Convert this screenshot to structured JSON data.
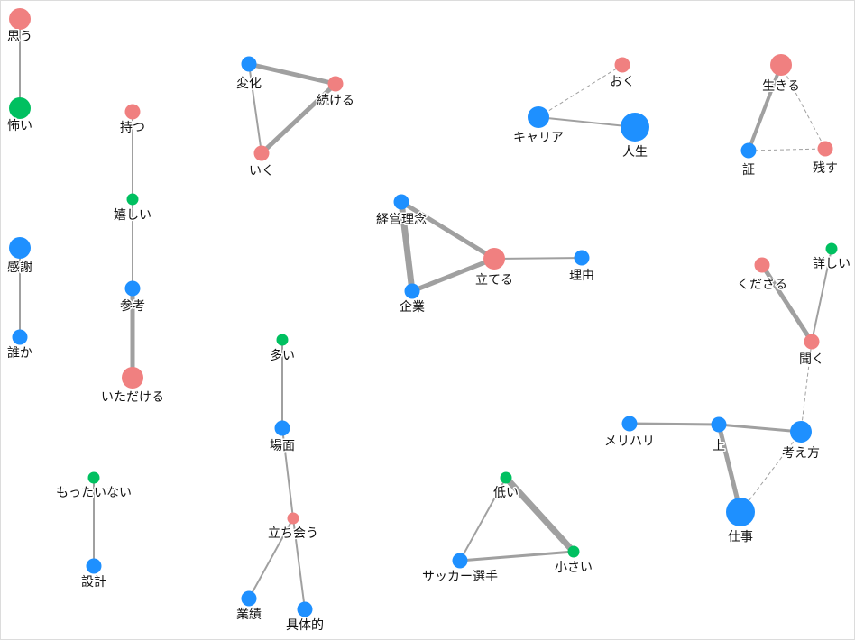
{
  "colors": {
    "noun": "#1e90ff",
    "verb": "#f08080",
    "adjective": "#00c060",
    "edge": "#a0a0a0"
  },
  "graph": {
    "nodes": [
      {
        "id": "omou",
        "label": "思う",
        "kind": "verb",
        "size": "l"
      },
      {
        "id": "kowai",
        "label": "怖い",
        "kind": "adjective",
        "size": "l"
      },
      {
        "id": "kansha",
        "label": "感謝",
        "kind": "noun",
        "size": "l"
      },
      {
        "id": "dareka",
        "label": "誰か",
        "kind": "noun",
        "size": "m"
      },
      {
        "id": "motsu",
        "label": "持つ",
        "kind": "verb",
        "size": "m"
      },
      {
        "id": "ureshii",
        "label": "嬉しい",
        "kind": "adjective",
        "size": "s"
      },
      {
        "id": "sanko",
        "label": "参考",
        "kind": "noun",
        "size": "m"
      },
      {
        "id": "itadakeru",
        "label": "いただける",
        "kind": "verb",
        "size": "l"
      },
      {
        "id": "mottainai",
        "label": "もったいない",
        "kind": "adjective",
        "size": "s"
      },
      {
        "id": "sekkei",
        "label": "設計",
        "kind": "noun",
        "size": "m"
      },
      {
        "id": "henka",
        "label": "変化",
        "kind": "noun",
        "size": "m"
      },
      {
        "id": "tsuzukeru",
        "label": "続ける",
        "kind": "verb",
        "size": "m"
      },
      {
        "id": "iku",
        "label": "いく",
        "kind": "verb",
        "size": "m"
      },
      {
        "id": "oi",
        "label": "多い",
        "kind": "adjective",
        "size": "s"
      },
      {
        "id": "bamen",
        "label": "場面",
        "kind": "noun",
        "size": "m"
      },
      {
        "id": "tachiau",
        "label": "立ち会う",
        "kind": "verb",
        "size": "s"
      },
      {
        "id": "gyoseki",
        "label": "業績",
        "kind": "noun",
        "size": "m"
      },
      {
        "id": "gutaiteki",
        "label": "具体的",
        "kind": "noun",
        "size": "m"
      },
      {
        "id": "keieirinen",
        "label": "経営理念",
        "kind": "noun",
        "size": "m"
      },
      {
        "id": "tateru",
        "label": "立てる",
        "kind": "verb",
        "size": "l"
      },
      {
        "id": "riyu",
        "label": "理由",
        "kind": "noun",
        "size": "m"
      },
      {
        "id": "kigyo",
        "label": "企業",
        "kind": "noun",
        "size": "m"
      },
      {
        "id": "oku",
        "label": "おく",
        "kind": "verb",
        "size": "m"
      },
      {
        "id": "career",
        "label": "キャリア",
        "kind": "noun",
        "size": "l"
      },
      {
        "id": "jinsei",
        "label": "人生",
        "kind": "noun",
        "size": "xl"
      },
      {
        "id": "ikiru",
        "label": "生きる",
        "kind": "verb",
        "size": "l"
      },
      {
        "id": "akashi",
        "label": "証",
        "kind": "noun",
        "size": "m"
      },
      {
        "id": "nokosu",
        "label": "残す",
        "kind": "verb",
        "size": "m"
      },
      {
        "id": "kudasaru",
        "label": "くださる",
        "kind": "verb",
        "size": "m"
      },
      {
        "id": "kuwashii",
        "label": "詳しい",
        "kind": "adjective",
        "size": "s"
      },
      {
        "id": "kiku",
        "label": "聞く",
        "kind": "verb",
        "size": "m"
      },
      {
        "id": "merihari",
        "label": "メリハリ",
        "kind": "noun",
        "size": "m"
      },
      {
        "id": "ue",
        "label": "上",
        "kind": "noun",
        "size": "m"
      },
      {
        "id": "kangaekata",
        "label": "考え方",
        "kind": "noun",
        "size": "l"
      },
      {
        "id": "shigoto",
        "label": "仕事",
        "kind": "noun",
        "size": "xl"
      },
      {
        "id": "hikui",
        "label": "低い",
        "kind": "adjective",
        "size": "s"
      },
      {
        "id": "soccer",
        "label": "サッカー選手",
        "kind": "noun",
        "size": "m"
      },
      {
        "id": "chiisai",
        "label": "小さい",
        "kind": "adjective",
        "size": "s"
      }
    ],
    "edges": [
      {
        "source": "omou",
        "target": "kowai",
        "weight": 2,
        "style": "solid"
      },
      {
        "source": "kansha",
        "target": "dareka",
        "weight": 2,
        "style": "solid"
      },
      {
        "source": "motsu",
        "target": "ureshii",
        "weight": 2,
        "style": "solid"
      },
      {
        "source": "ureshii",
        "target": "sanko",
        "weight": 2,
        "style": "solid"
      },
      {
        "source": "sanko",
        "target": "itadakeru",
        "weight": 5,
        "style": "solid"
      },
      {
        "source": "mottainai",
        "target": "sekkei",
        "weight": 2,
        "style": "solid"
      },
      {
        "source": "henka",
        "target": "tsuzukeru",
        "weight": 5,
        "style": "solid"
      },
      {
        "source": "henka",
        "target": "iku",
        "weight": 2,
        "style": "solid"
      },
      {
        "source": "tsuzukeru",
        "target": "iku",
        "weight": 5,
        "style": "solid"
      },
      {
        "source": "oi",
        "target": "bamen",
        "weight": 2,
        "style": "solid"
      },
      {
        "source": "bamen",
        "target": "tachiau",
        "weight": 2,
        "style": "solid"
      },
      {
        "source": "tachiau",
        "target": "gyoseki",
        "weight": 2,
        "style": "solid"
      },
      {
        "source": "tachiau",
        "target": "gutaiteki",
        "weight": 2,
        "style": "solid"
      },
      {
        "source": "keieirinen",
        "target": "tateru",
        "weight": 5,
        "style": "solid"
      },
      {
        "source": "keieirinen",
        "target": "kigyo",
        "weight": 7,
        "style": "solid"
      },
      {
        "source": "kigyo",
        "target": "tateru",
        "weight": 5,
        "style": "solid"
      },
      {
        "source": "tateru",
        "target": "riyu",
        "weight": 2,
        "style": "solid"
      },
      {
        "source": "career",
        "target": "oku",
        "weight": 1,
        "style": "dashed"
      },
      {
        "source": "career",
        "target": "jinsei",
        "weight": 2,
        "style": "solid"
      },
      {
        "source": "ikiru",
        "target": "akashi",
        "weight": 4,
        "style": "solid"
      },
      {
        "source": "ikiru",
        "target": "nokosu",
        "weight": 1,
        "style": "dashed"
      },
      {
        "source": "akashi",
        "target": "nokosu",
        "weight": 1,
        "style": "dashed"
      },
      {
        "source": "kudasaru",
        "target": "kiku",
        "weight": 5,
        "style": "solid"
      },
      {
        "source": "kuwashii",
        "target": "kiku",
        "weight": 2,
        "style": "solid"
      },
      {
        "source": "kiku",
        "target": "kangaekata",
        "weight": 1,
        "style": "dashed"
      },
      {
        "source": "merihari",
        "target": "ue",
        "weight": 3,
        "style": "solid"
      },
      {
        "source": "ue",
        "target": "kangaekata",
        "weight": 3,
        "style": "solid"
      },
      {
        "source": "ue",
        "target": "shigoto",
        "weight": 5,
        "style": "solid"
      },
      {
        "source": "kangaekata",
        "target": "shigoto",
        "weight": 1,
        "style": "dashed"
      },
      {
        "source": "hikui",
        "target": "soccer",
        "weight": 2,
        "style": "solid"
      },
      {
        "source": "hikui",
        "target": "chiisai",
        "weight": 7,
        "style": "solid"
      },
      {
        "source": "soccer",
        "target": "chiisai",
        "weight": 3,
        "style": "solid"
      }
    ]
  }
}
